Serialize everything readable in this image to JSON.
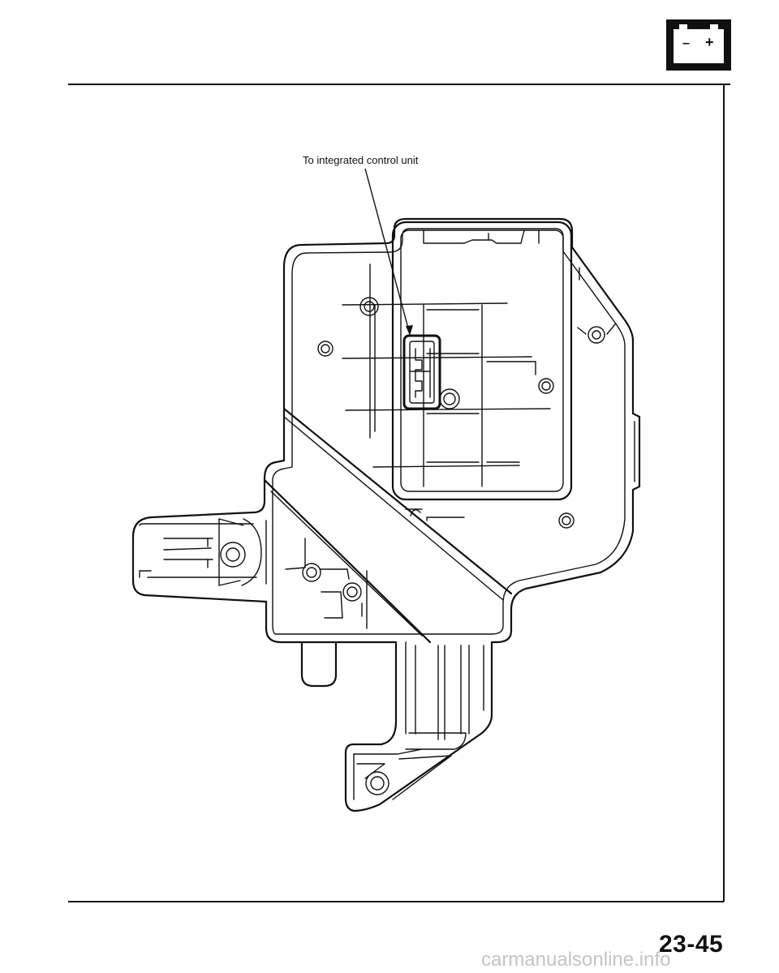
{
  "header": {
    "battery_icon_minus": "–",
    "battery_icon_plus": "+"
  },
  "diagram": {
    "callout_label": "To integrated control unit"
  },
  "footer": {
    "page_number": "23-45",
    "watermark": "carmanualsonline.info"
  }
}
